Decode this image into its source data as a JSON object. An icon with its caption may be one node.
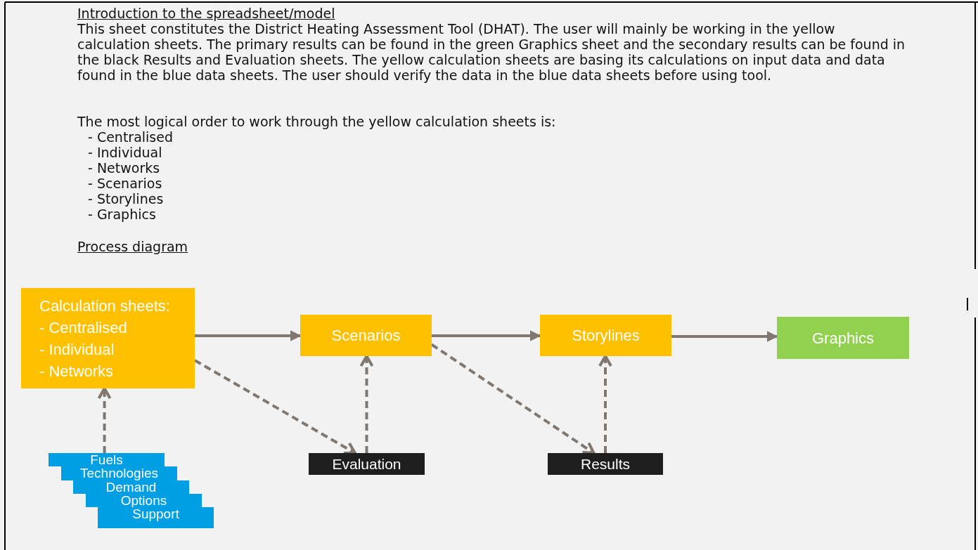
{
  "diagram": {
    "nodes": [
      {
        "text": [
          "Calculation sheets:",
          "- Centralised",
          "- Individual",
          "- Networks"
        ]
      },
      {
        "text": [
          "Scenarios"
        ]
      },
      {
        "text": [
          "Storylines"
        ]
      },
      {
        "text": [
          "Graphics"
        ]
      },
      {
        "text": [
          "Evaluation"
        ]
      },
      {
        "text": [
          "Results"
        ]
      },
      {
        "text": [
          "Fuels"
        ]
      },
      {
        "text": [
          "Technologies"
        ]
      },
      {
        "text": [
          "Demand"
        ]
      },
      {
        "text": [
          "Options"
        ]
      },
      {
        "text": [
          "Support"
        ]
      }
    ],
    "edges": [
      {
        "from": 0,
        "to": 1,
        "arrow": "to"
      },
      {
        "from": 1,
        "to": 2,
        "arrow": "to"
      },
      {
        "from": 2,
        "to": 3,
        "arrow": "to"
      },
      {
        "from": 0,
        "to": 4,
        "arrow": "to",
        "style": "dashed"
      },
      {
        "from": 4,
        "to": 1,
        "arrow": "to",
        "style": "dashed"
      },
      {
        "from": 1,
        "to": 5,
        "arrow": "to",
        "style": "dashed"
      },
      {
        "from": 5,
        "to": 2,
        "arrow": "to",
        "style": "dashed"
      },
      {
        "from": 6,
        "to": 0,
        "arrow": "to",
        "style": "dashed"
      }
    ],
    "labels": [
      "Introduction to the spreadsheet/model",
      "This sheet constitutes the District Heating Assessment Tool (DHAT). The user will mainly be working in the yellow calculation sheets. The primary results can be found in the green Graphics sheet and the secondary results can be found in the black Results and Evaluation sheets. The yellow calculation sheets are basing its calculations on input data and data found in the blue data sheets. The user should verify the data in the blue data sheets before using tool.",
      "The most logical order to work through the yellow calculation sheets is:",
      "- Centralised",
      "- Individual",
      "- Networks",
      "- Scenarios",
      "- Storylines",
      "- Graphics",
      "Process diagram"
    ]
  }
}
